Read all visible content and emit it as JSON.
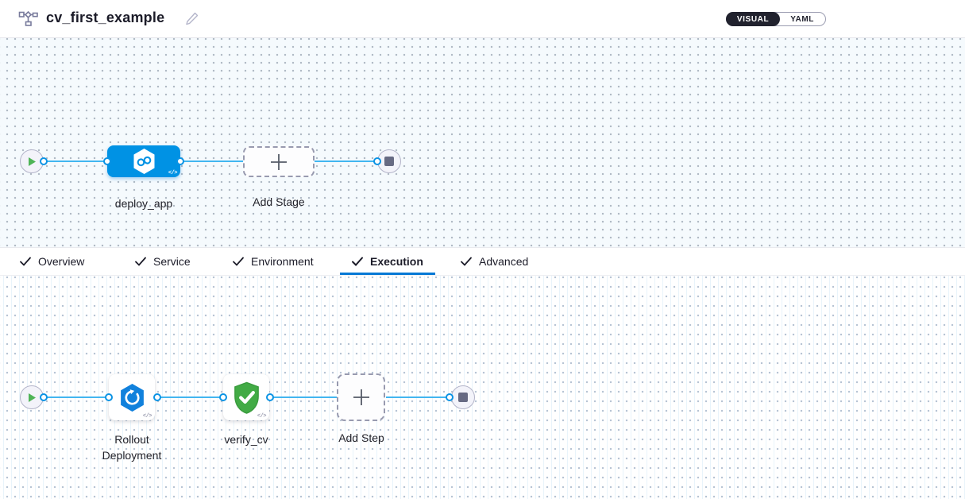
{
  "colors": {
    "stage_node_blue": "#0092e4",
    "connector_line_blue": "#42b6f0",
    "connector_dot_blue": "#0b93e4",
    "play_green": "#4fb457",
    "verify_shield_green": "#42ab45",
    "tab_underline_blue": "#0278d5",
    "toggle_selected_dark": "#21222e",
    "canvas_stage_bg": "#f5fafd",
    "canvas_exec_bg": "#ffffff"
  },
  "header": {
    "title": "cv_first_example",
    "pipeline_icon": "pipeline-graph-icon",
    "edit_icon": "edit-pencil-icon",
    "view_toggle": {
      "visual_label": "VISUAL",
      "yaml_label": "YAML",
      "selected": "VISUAL"
    }
  },
  "stage_pipeline": {
    "start_node": "pipeline-start",
    "end_node": "pipeline-end",
    "stage": {
      "label": "deploy_app",
      "icon": "cd-stage-hexagon-infinity-icon",
      "type": "stage"
    },
    "add_stage": {
      "label": "Add Stage",
      "icon": "plus-icon",
      "type": "add-stage"
    }
  },
  "stage_tabs": {
    "active": "Execution",
    "items": [
      {
        "label": "Overview",
        "checked": true
      },
      {
        "label": "Service",
        "checked": true
      },
      {
        "label": "Environment",
        "checked": true
      },
      {
        "label": "Execution",
        "checked": true
      },
      {
        "label": "Advanced",
        "checked": true
      }
    ]
  },
  "execution_pipeline": {
    "start_node": "execution-start",
    "end_node": "execution-end",
    "steps": [
      {
        "label": "Rollout Deployment",
        "icon": "rollout-deployment-icon",
        "type": "step"
      },
      {
        "label": "verify_cv",
        "icon": "verify-shield-check-icon",
        "type": "step"
      }
    ],
    "add_step": {
      "label": "Add Step",
      "icon": "plus-icon",
      "type": "add-step"
    }
  },
  "misc": {
    "code_glyph": "</>"
  }
}
